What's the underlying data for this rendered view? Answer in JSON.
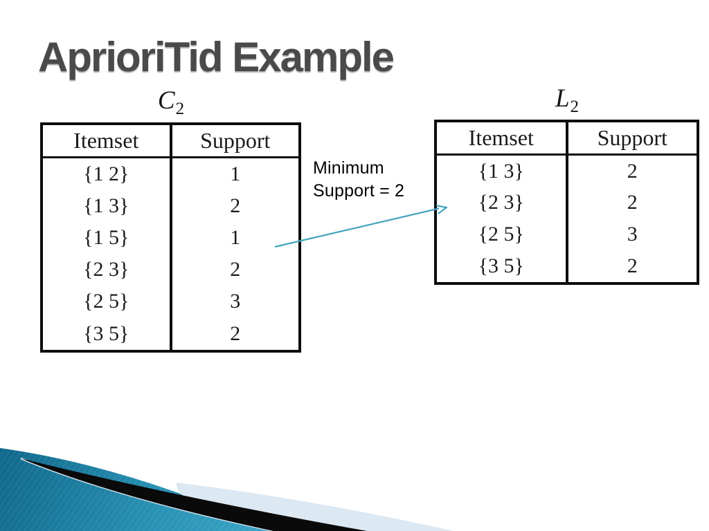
{
  "slide": {
    "title": "AprioriTid Example",
    "annotation": {
      "line1": "Minimum",
      "line2": "Support = 2"
    },
    "tables": [
      {
        "label_letter": "C",
        "label_sub": "2",
        "headers": [
          "Itemset",
          "Support"
        ],
        "rows": [
          [
            "{1 2}",
            "1"
          ],
          [
            "{1 3}",
            "2"
          ],
          [
            "{1 5}",
            "1"
          ],
          [
            "{2 3}",
            "2"
          ],
          [
            "{2 5}",
            "3"
          ],
          [
            "{3 5}",
            "2"
          ]
        ]
      },
      {
        "label_letter": "L",
        "label_sub": "2",
        "headers": [
          "Itemset",
          "Support"
        ],
        "rows": [
          [
            "{1 3}",
            "2"
          ],
          [
            "{2 3}",
            "2"
          ],
          [
            "{2 5}",
            "3"
          ],
          [
            "{3 5}",
            "2"
          ]
        ]
      }
    ],
    "colors": {
      "title_gray": "#4a4a4a",
      "table_ink": "#0d0d0d",
      "arrow_teal": "#44a3bd",
      "swoosh_teal_dark": "#10678a",
      "swoosh_teal_light": "#3fa9cb",
      "swoosh_pale": "#dce8f2",
      "swoosh_black": "#0a0a0a"
    }
  }
}
